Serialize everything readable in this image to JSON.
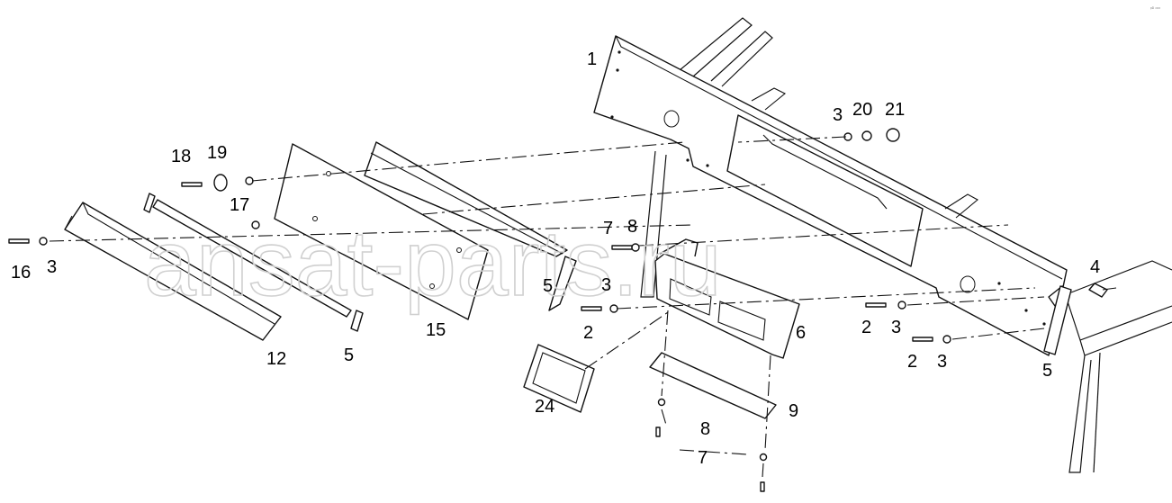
{
  "watermark": "ansat-parts.ru",
  "corner_mark": "ᵖᴰ ᵒᵒᵒ",
  "callouts": {
    "c1": "1",
    "c2a": "2",
    "c2b": "2",
    "c2c": "2",
    "c3a": "3",
    "c3b": "3",
    "c3c": "3",
    "c3d": "3",
    "c3e": "3",
    "c4": "4",
    "c5a": "5",
    "c5b": "5",
    "c5c": "5",
    "c6": "6",
    "c7a": "7",
    "c7b": "7",
    "c8a": "8",
    "c8b": "8",
    "c9": "9",
    "c12": "12",
    "c15": "15",
    "c16": "16",
    "c17": "17",
    "c18": "18",
    "c19": "19",
    "c20": "20",
    "c21": "21",
    "c24": "24"
  }
}
